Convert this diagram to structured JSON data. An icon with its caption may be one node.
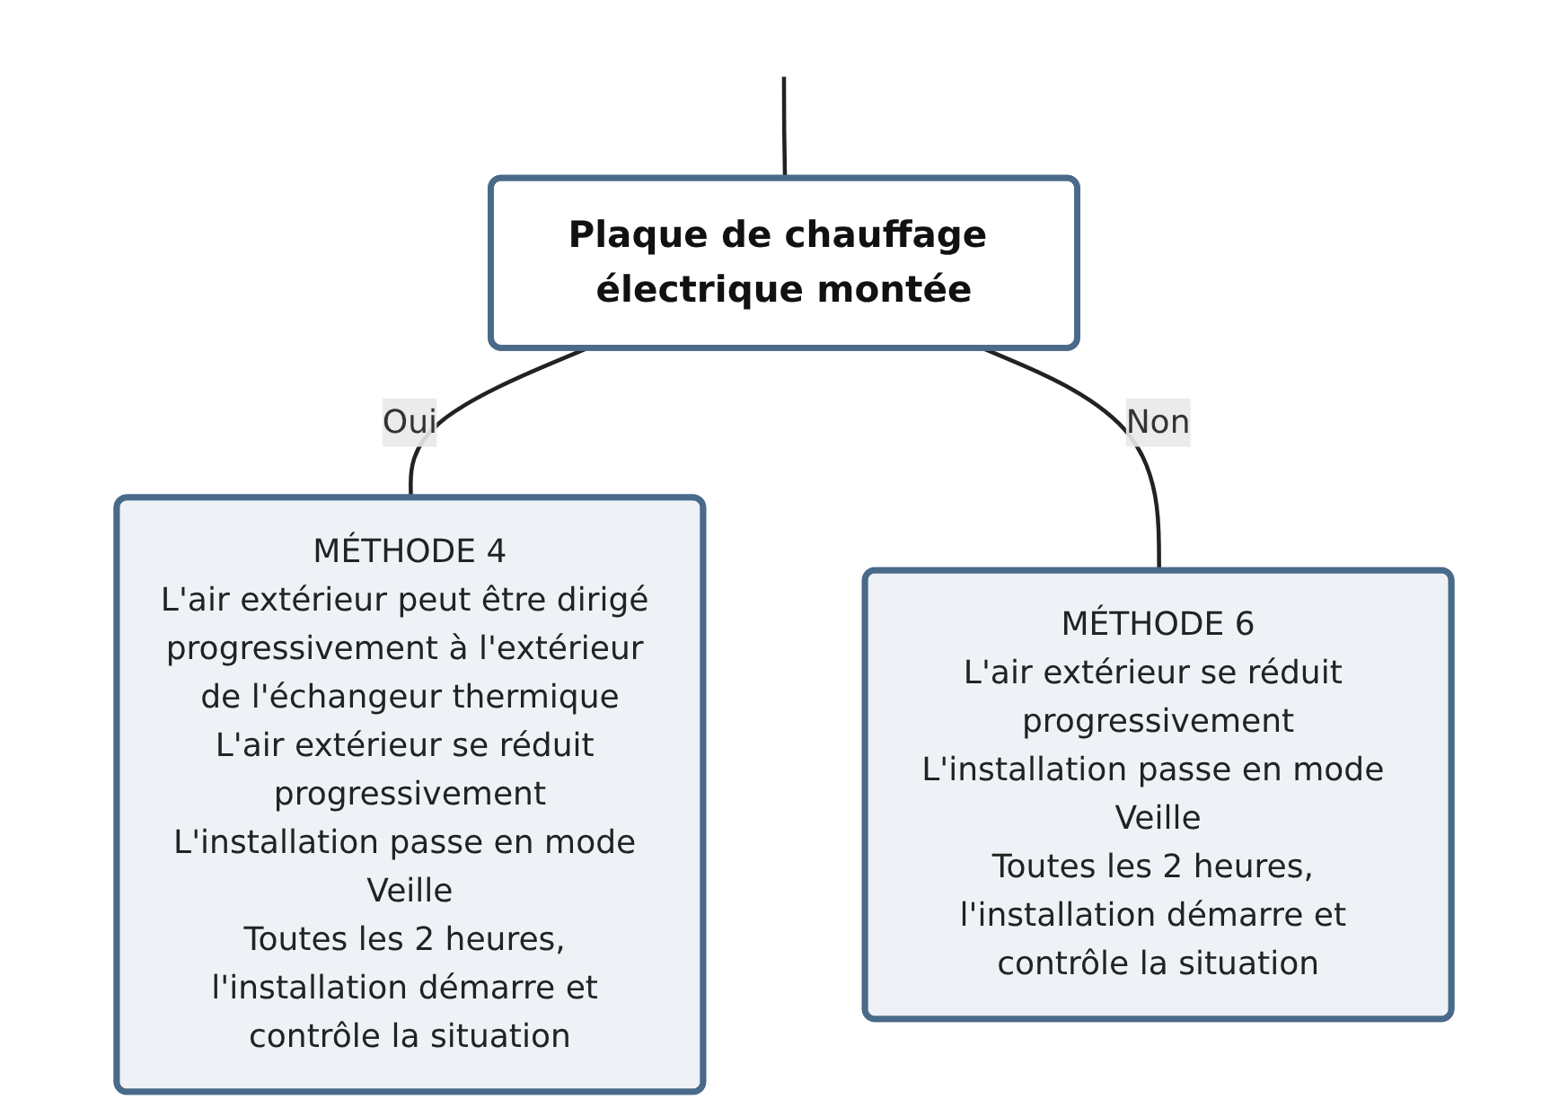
{
  "diagram": {
    "nodes": [
      {
        "text": [
          "Plaque de chauffage électrique montée"
        ]
      },
      {
        "text": [
          "MÉTHODE 4",
          "L'air extérieur peut être dirigé progressivement à l'extérieur de l'échangeur thermique",
          "L'air extérieur se réduit progressivement",
          "L'installation passe en mode Veille",
          "Toutes les 2 heures, l'installation démarre et contrôle la situation"
        ]
      },
      {
        "text": [
          "MÉTHODE 6",
          "L'air extérieur se réduit progressivement",
          "L'installation passe en mode Veille",
          "Toutes les 2 heures, l'installation démarre et contrôle la situation"
        ]
      }
    ],
    "edges": [
      {
        "from": null,
        "to": 0,
        "arrow": "none"
      },
      {
        "from": 0,
        "to": 1,
        "label": "Oui",
        "arrow": "none"
      },
      {
        "from": 0,
        "to": 2,
        "label": "Non",
        "arrow": "none"
      }
    ]
  }
}
